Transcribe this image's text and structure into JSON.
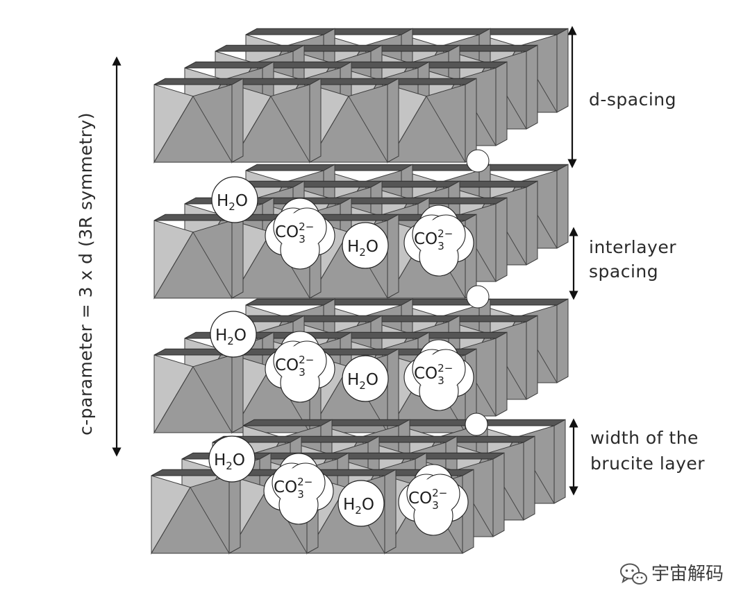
{
  "labels": {
    "d_spacing": "d-spacing",
    "interlayer_line1": "interlayer",
    "interlayer_line2": "spacing",
    "width_line1": "width of the",
    "width_line2": "brucite layer",
    "c_parameter": "c-parameter = 3 x d (3R symmetry)"
  },
  "molecules": {
    "water_base": "H",
    "water_sub": "2",
    "water_tail": "O",
    "carbonate_base": "CO",
    "carbonate_sub": "3",
    "carbonate_sup": "2−"
  },
  "watermark": {
    "text": "宇宙解码",
    "icon": "wechat-icon"
  },
  "colors": {
    "octahedron_light": "#c4c4c4",
    "octahedron_mid": "#9a9a9a",
    "octahedron_dark": "#555555",
    "molecule_fill": "#ffffff",
    "arrow": "#111111"
  }
}
